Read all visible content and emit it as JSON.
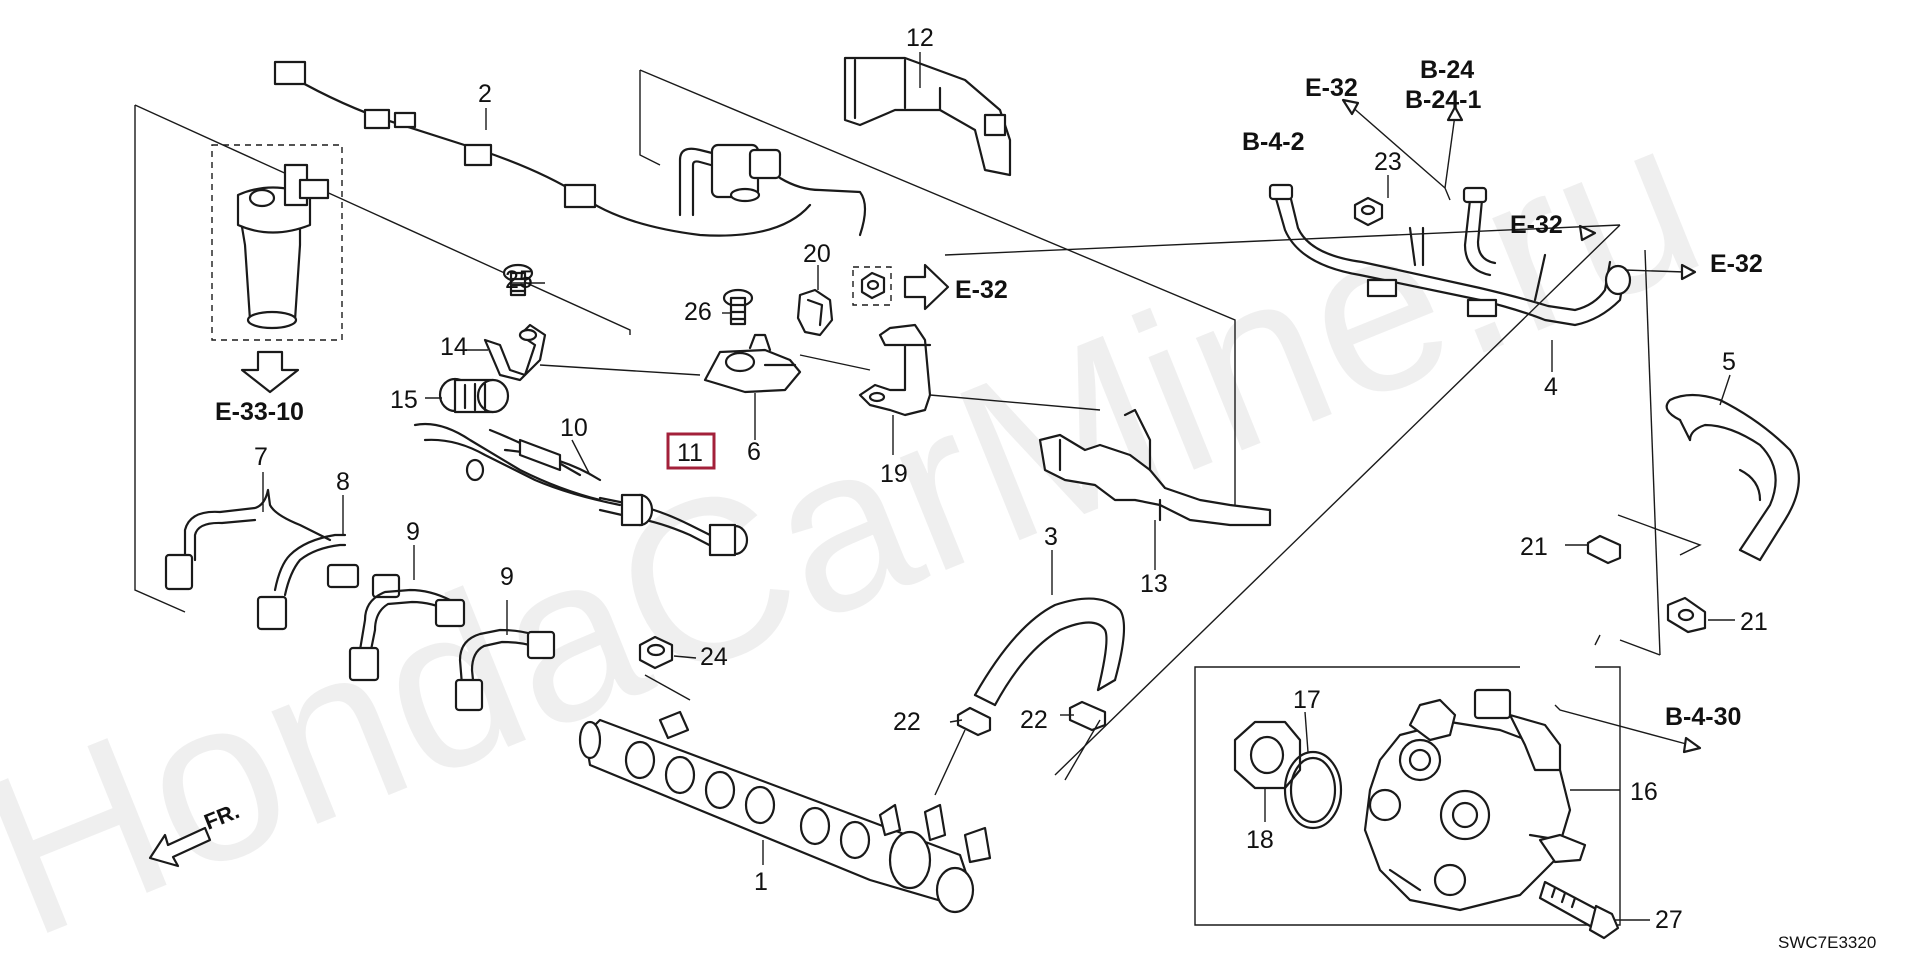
{
  "diagram": {
    "watermark": "HondaCarMine.ru",
    "code": "SWC7E3320",
    "front_label": "FR.",
    "highlighted": "11",
    "colors": {
      "line": "#1a1a1a",
      "highlight": "#a3203a",
      "watermark": "#000000"
    }
  },
  "labels": {
    "n1": "1",
    "n2": "2",
    "n3": "3",
    "n4": "4",
    "n5": "5",
    "n6": "6",
    "n7": "7",
    "n8": "8",
    "n9a": "9",
    "n9b": "9",
    "n10": "10",
    "n11": "11",
    "n12": "12",
    "n13": "13",
    "n14": "14",
    "n15": "15",
    "n16": "16",
    "n17": "17",
    "n18": "18",
    "n19": "19",
    "n20": "20",
    "n21a": "21",
    "n21b": "21",
    "n22a": "22",
    "n22b": "22",
    "n23": "23",
    "n24": "24",
    "n25": "25",
    "n26": "26",
    "n27": "27"
  },
  "refs": {
    "e3310": "E-33-10",
    "e32_mid": "E-32",
    "e32_top": "E-32",
    "b24": "B-24",
    "b241": "B-24-1",
    "b42": "B-4-2",
    "e32_right1": "E-32",
    "e32_right2": "E-32",
    "b430": "B-4-30"
  }
}
